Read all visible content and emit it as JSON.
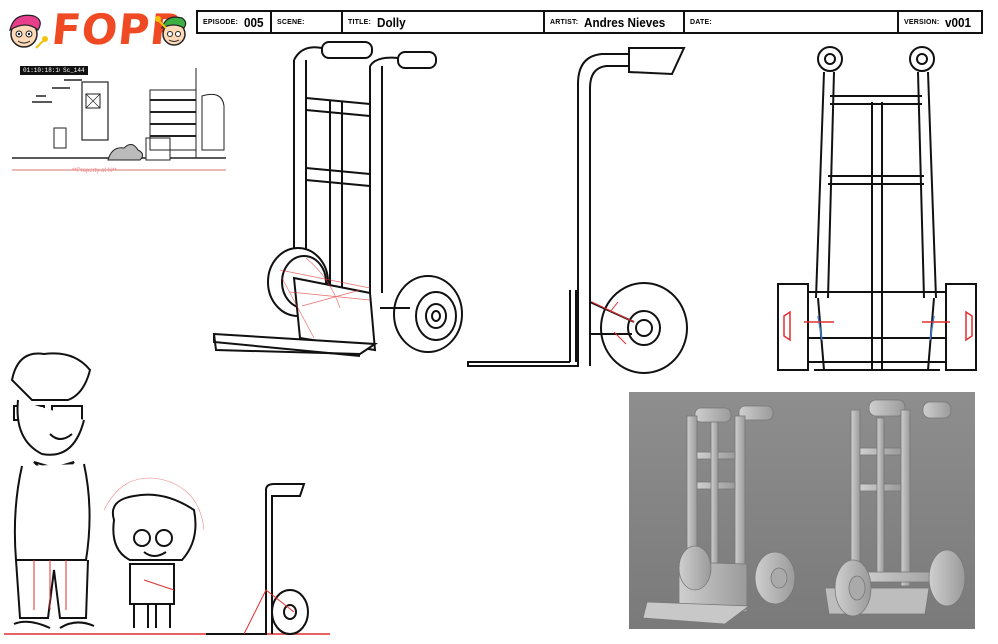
{
  "logo": {
    "text": "FOPR"
  },
  "header": {
    "episode_label": "EPISODE:",
    "episode_value": "005",
    "scene_label": "SCENE:",
    "scene_value": "",
    "title_label": "TITLE:",
    "title_value": "Dolly",
    "artist_label": "ARTIST:",
    "artist_value": "Andres Nieves",
    "date_label": "DATE:",
    "date_value": "",
    "version_label": "VERSION:",
    "version_value": "v001"
  },
  "reference_frame": {
    "timecode": "01:10:18:10",
    "scene_tag": "Sc_144",
    "watermark": "**Property of N**"
  },
  "colors": {
    "logo_orange": "#ef4a24",
    "guide_red": "#e03030",
    "guide_blue": "#3a7bd5",
    "render_bg": "#8b8b8b"
  },
  "icons": [
    "cosmo-character-icon",
    "wanda-character-icon"
  ]
}
